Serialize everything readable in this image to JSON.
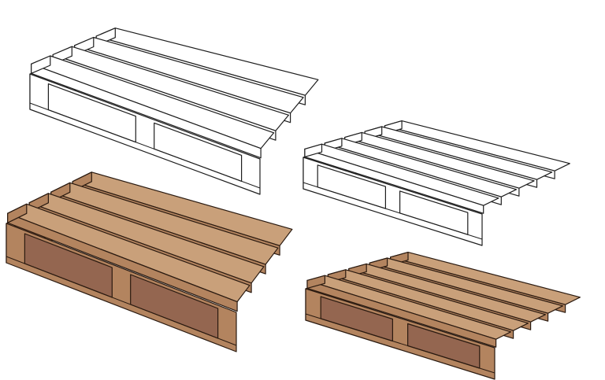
{
  "illustration": {
    "pallets": [
      {
        "name": "pallet-outline-large",
        "style": "outline",
        "planks": 4
      },
      {
        "name": "pallet-wood-large",
        "style": "wood",
        "planks": 4
      },
      {
        "name": "pallet-outline-small",
        "style": "outline",
        "planks": 5
      },
      {
        "name": "pallet-wood-small",
        "style": "wood",
        "planks": 5
      }
    ],
    "colors": {
      "outline": {
        "top": "#ffffff",
        "side": "#ffffff",
        "opening": "#ffffff",
        "stroke": "#1e1e1e"
      },
      "wood": {
        "top": "#c9a07a",
        "side": "#b3845f",
        "opening": "#946650",
        "stroke": "#2a1a10"
      }
    }
  }
}
